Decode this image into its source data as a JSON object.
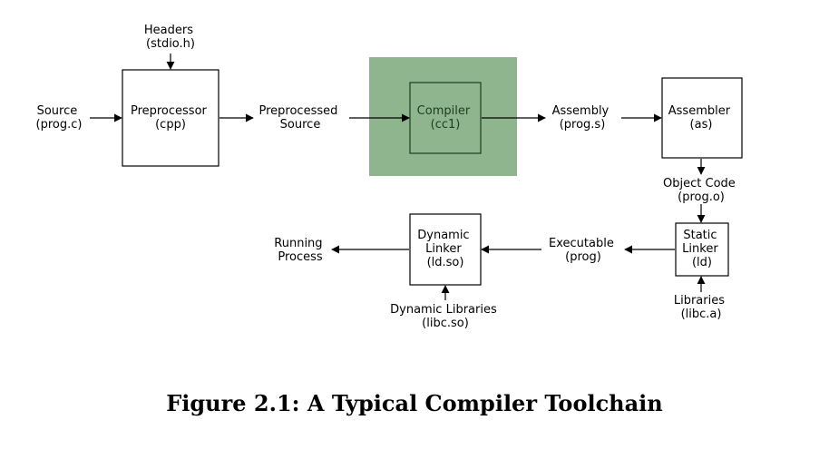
{
  "diagram": {
    "highlight_color": "#8fb58f",
    "nodes": {
      "source": [
        "Source",
        "(prog.c)"
      ],
      "headers": [
        "Headers",
        "(stdio.h)"
      ],
      "preprocessor": [
        "Preprocessor",
        "(cpp)"
      ],
      "preprocessed": [
        "Preprocessed",
        "Source"
      ],
      "compiler": [
        "Compiler",
        "(cc1)"
      ],
      "assembly": [
        "Assembly",
        "(prog.s)"
      ],
      "assembler": [
        "Assembler",
        "(as)"
      ],
      "object_code": [
        "Object Code",
        "(prog.o)"
      ],
      "static_linker": [
        "Static",
        "Linker",
        "(ld)"
      ],
      "libraries": [
        "Libraries",
        "(libc.a)"
      ],
      "executable": [
        "Executable",
        "(prog)"
      ],
      "dynamic_linker": [
        "Dynamic",
        "Linker",
        "(ld.so)"
      ],
      "dynamic_libraries": [
        "Dynamic Libraries",
        "(libc.so)"
      ],
      "running_process": [
        "Running",
        "Process"
      ]
    }
  },
  "caption": "Figure 2.1: A Typical Compiler Toolchain"
}
